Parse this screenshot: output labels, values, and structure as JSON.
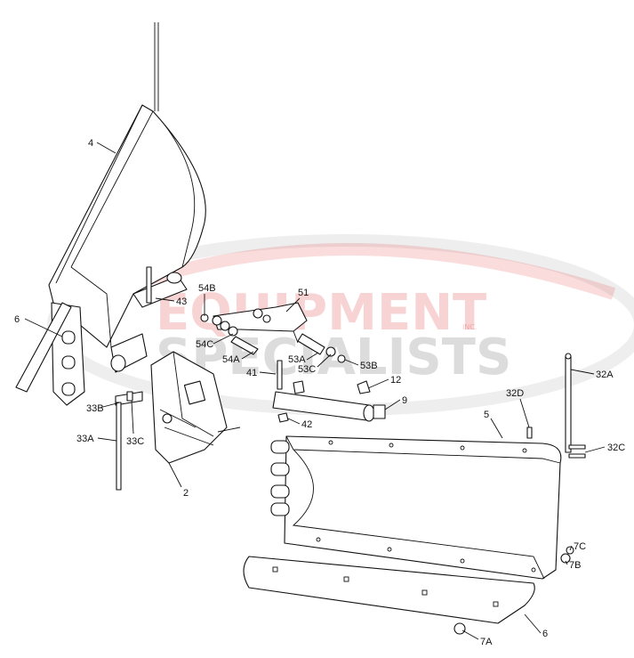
{
  "watermark": {
    "line1": "EQUIPMENT",
    "line2": "SPECIALISTS",
    "suffix": "INC.",
    "colors": {
      "red": "#e23b3b",
      "gray": "#777777"
    }
  },
  "labels": {
    "l4": "4",
    "l6a": "6",
    "l54B": "54B",
    "l43": "43",
    "l51": "51",
    "l54C": "54C",
    "l54A": "54A",
    "l53A": "53A",
    "l53C": "53C",
    "l53B": "53B",
    "l41": "41",
    "l12": "12",
    "l9": "9",
    "l33B": "33B",
    "l33A": "33A",
    "l33C": "33C",
    "l42": "42",
    "l2": "2",
    "l5": "5",
    "l32D": "32D",
    "l32A": "32A",
    "l32C": "32C",
    "l7C": "7C",
    "l7B": "7B",
    "l7A": "7A",
    "l6b": "6"
  }
}
